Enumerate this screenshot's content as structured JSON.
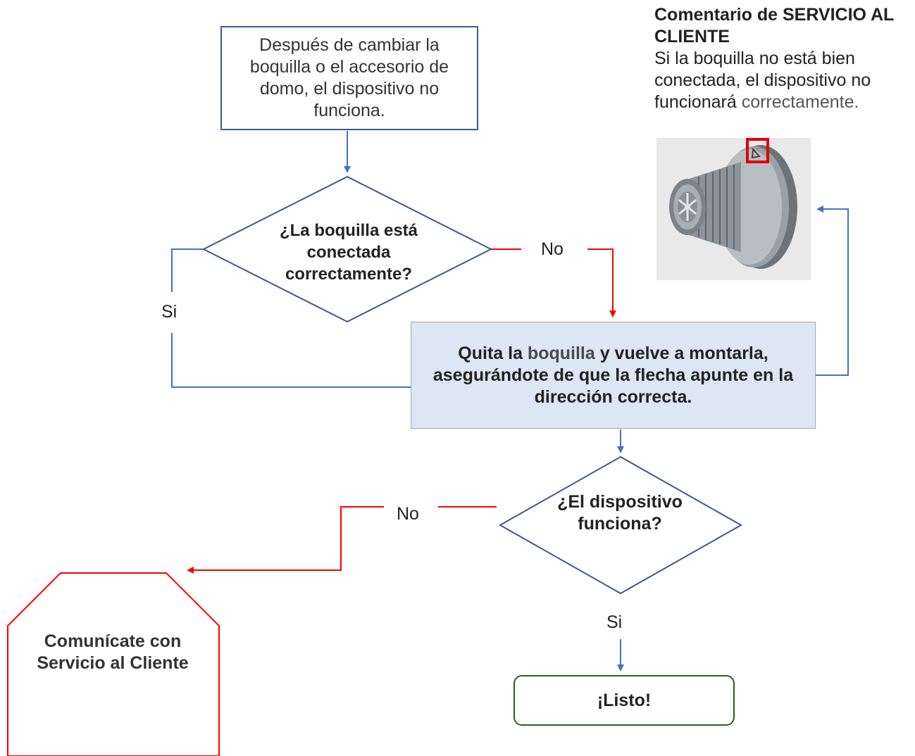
{
  "diagram": {
    "start": "Después de cambiar la boquilla o el accesorio de domo, el dispositivo no funciona.",
    "decision1": "¿La boquilla está conectada correctamente?",
    "action": {
      "part1": "Quita la ",
      "highlight": "boquilla",
      "part2": " y vuelve a montarla, asegurándote de que la flecha apunte en la dirección correcta."
    },
    "decision2": "¿El dispositivo funciona?",
    "done": "¡Listo!",
    "stop": "Comunícate con Servicio al Cliente",
    "labels": {
      "no_1": "No",
      "si_1": "Si",
      "no_2": "No",
      "si_2": "Si"
    }
  },
  "comment": {
    "title": "Comentario de SERVICIO AL CLIENTE",
    "body": "Si la boquilla no está bien conectada, el dispositivo no funcionará ",
    "body_accent": "correctamente."
  },
  "colors": {
    "blue_line": "#4472c4",
    "red_line": "#ff0000",
    "box_border": "#3c5a8c",
    "action_fill": "#dde6f4",
    "done_border": "#2f5a1e",
    "stop_border": "#ff0000"
  }
}
